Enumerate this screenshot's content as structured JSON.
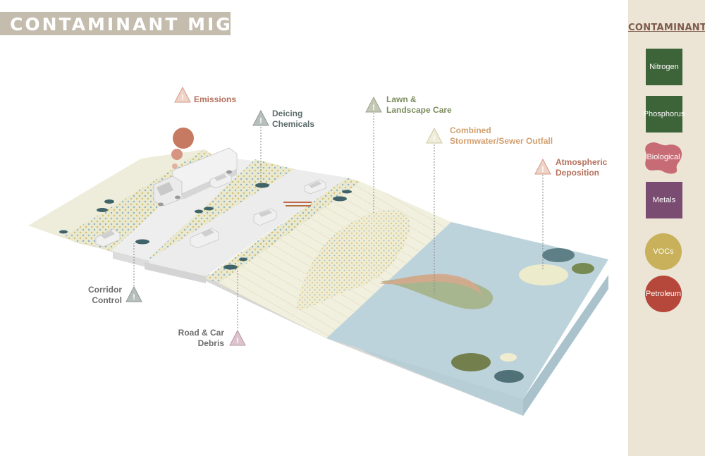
{
  "title": "CONTAMINANT MIGRATION",
  "legend": {
    "heading": "CONTAMINANTS",
    "items": [
      {
        "label": "Nitrogen",
        "color": "#3d6438",
        "shape": "square"
      },
      {
        "label": "Phosphorus",
        "color": "#3d6438",
        "shape": "square"
      },
      {
        "label": "Biological",
        "color": "#c76b75",
        "shape": "blob"
      },
      {
        "label": "Metals",
        "color": "#7a4c72",
        "shape": "square"
      },
      {
        "label": "VOCs",
        "color": "#c8b15a",
        "shape": "circle"
      },
      {
        "label": "Petroleum",
        "color": "#b5483a",
        "shape": "circle"
      }
    ]
  },
  "sources": {
    "emissions": {
      "lines": [
        "Emissions"
      ],
      "color": "#b5705c"
    },
    "deicing": {
      "lines": [
        "Deicing",
        "Chemicals"
      ],
      "color": "#5d6c6a"
    },
    "lawn": {
      "lines": [
        "Lawn &",
        "Landscape Care"
      ],
      "color": "#7c8d5e"
    },
    "combined": {
      "lines": [
        "Combined",
        "Stormwater/Sewer Outfall"
      ],
      "color": "#d2a070"
    },
    "atmospheric": {
      "lines": [
        "Atmospheric",
        "Deposition"
      ],
      "color": "#b5705c"
    },
    "corridor": {
      "lines": [
        "Corridor",
        "Control"
      ],
      "color": "#6d6d6d"
    },
    "debris": {
      "lines": [
        "Road & Car",
        "Debris"
      ],
      "color": "#6d6d6d"
    }
  }
}
